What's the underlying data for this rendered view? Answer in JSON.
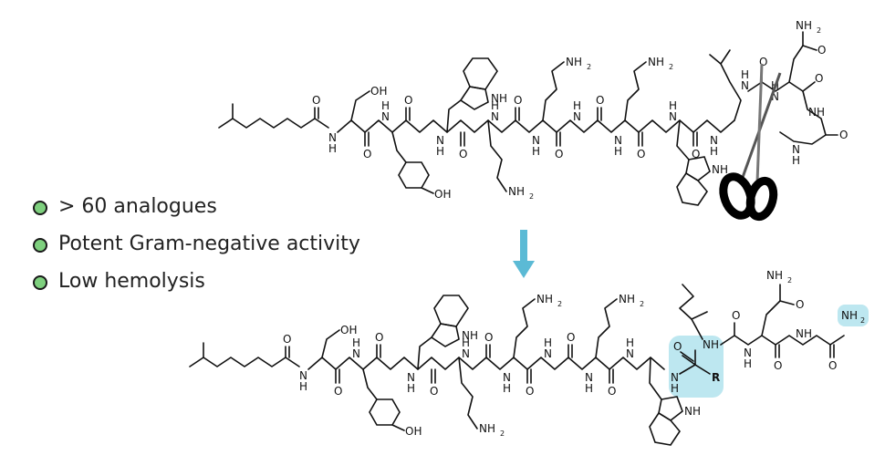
{
  "colors": {
    "bullet": "#7ed07e",
    "arrow": "#5bbad5",
    "highlight": "#bde7f0",
    "bond": "#111111"
  },
  "bullets": [
    {
      "text": "> 60 analogues"
    },
    {
      "text": "Potent Gram-negative activity"
    },
    {
      "text": "Low hemolysis"
    }
  ],
  "atoms": {
    "nh": "NH",
    "h": "H",
    "n": "N",
    "o": "O",
    "oh": "OH",
    "nh2": "NH",
    "sub2": "2",
    "r": "R"
  },
  "icons": [
    "scissors-icon",
    "down-arrow-icon"
  ]
}
